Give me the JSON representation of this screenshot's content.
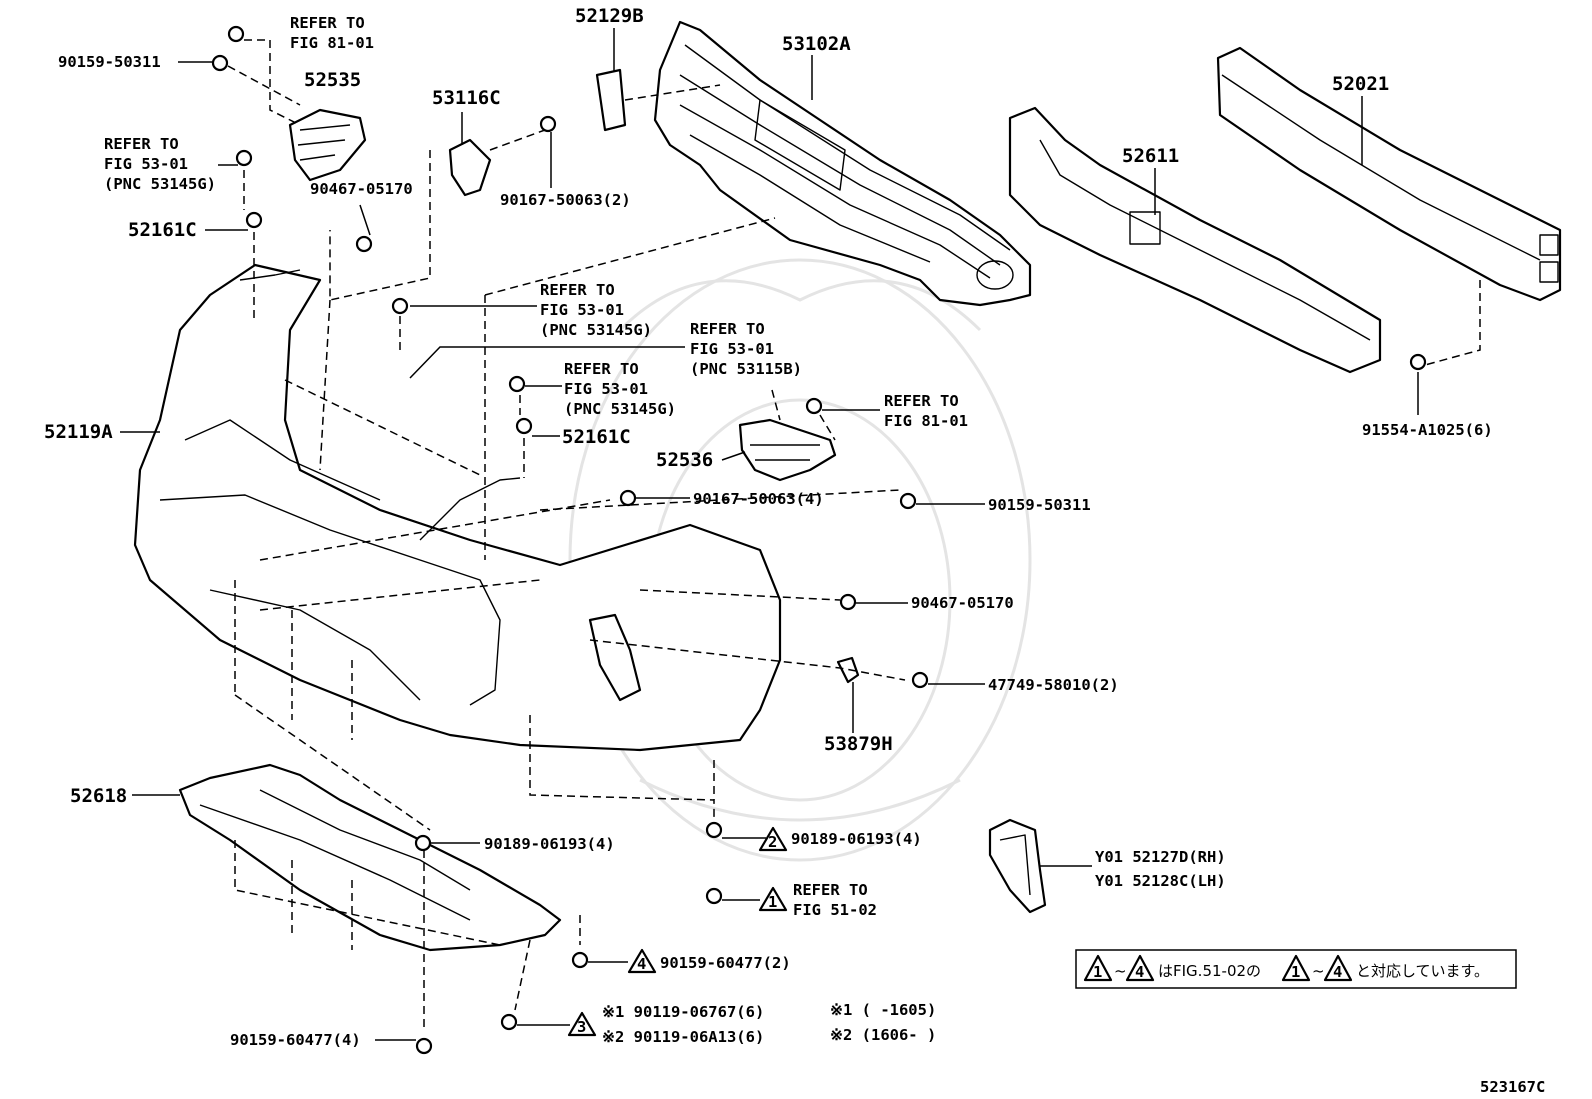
{
  "labels": {
    "refer_81_top_a": "REFER TO",
    "refer_81_top_b": "FIG 81-01",
    "p90159_50311_top": "90159-50311",
    "p52535": "52535",
    "refer_53_left_a": "REFER TO",
    "refer_53_left_b": "FIG 53-01",
    "refer_53_left_c": "(PNC 53145G)",
    "p52161c_left": "52161C",
    "p53116c": "53116C",
    "p90467_05170_top": "90467-05170",
    "p90167_50063_2": "90167-50063(2)",
    "p52129b": "52129B",
    "p53102a": "53102A",
    "p52021": "52021",
    "p52611": "52611",
    "refer_53_mid_a": "REFER TO",
    "refer_53_mid_b": "FIG 53-01",
    "refer_53_mid_c": "(PNC 53145G)",
    "refer_53115_a": "REFER TO",
    "refer_53115_b": "FIG 53-01",
    "refer_53115_c": "(PNC 53115B)",
    "refer_53_low_a": "REFER TO",
    "refer_53_low_b": "FIG 53-01",
    "refer_53_low_c": "(PNC 53145G)",
    "p52161c_mid": "52161C",
    "p52119a": "52119A",
    "p52536": "52536",
    "refer_81_right_a": "REFER TO",
    "refer_81_right_b": "FIG 81-01",
    "p91554": "91554-A1025(6)",
    "p90167_50063_4": "90167-50063(4)",
    "p90159_50311_right": "90159-50311",
    "p90467_05170_right": "90467-05170",
    "p47749": "47749-58010(2)",
    "p53879h": "53879H",
    "p52618": "52618",
    "p90189_left": "90189-06193(4)",
    "tri2": "2",
    "p90189_right": "90189-06193(4)",
    "tri1": "1",
    "refer_51_a": "REFER TO",
    "refer_51_b": "FIG 51-02",
    "p52127d": "Y01 52127D(RH)",
    "p52128c": "Y01 52128C(LH)",
    "tri4": "4",
    "p90159_60477_2": "90159-60477(2)",
    "tri3": "3",
    "note1_part": "※1 90119-06767(6)",
    "note2_part": "※2 90119-06A13(6)",
    "note1_range": "※1 (      -1605)",
    "note2_range": "※2 (1606-      )",
    "p90159_60477_4": "90159-60477(4)",
    "legend_note": "はFIG.51-02の",
    "legend_tail": "と対応しています。",
    "legend_tri_a": "1",
    "legend_tri_b": "4",
    "legend_tilde": "~",
    "figure_id": "523167C"
  }
}
